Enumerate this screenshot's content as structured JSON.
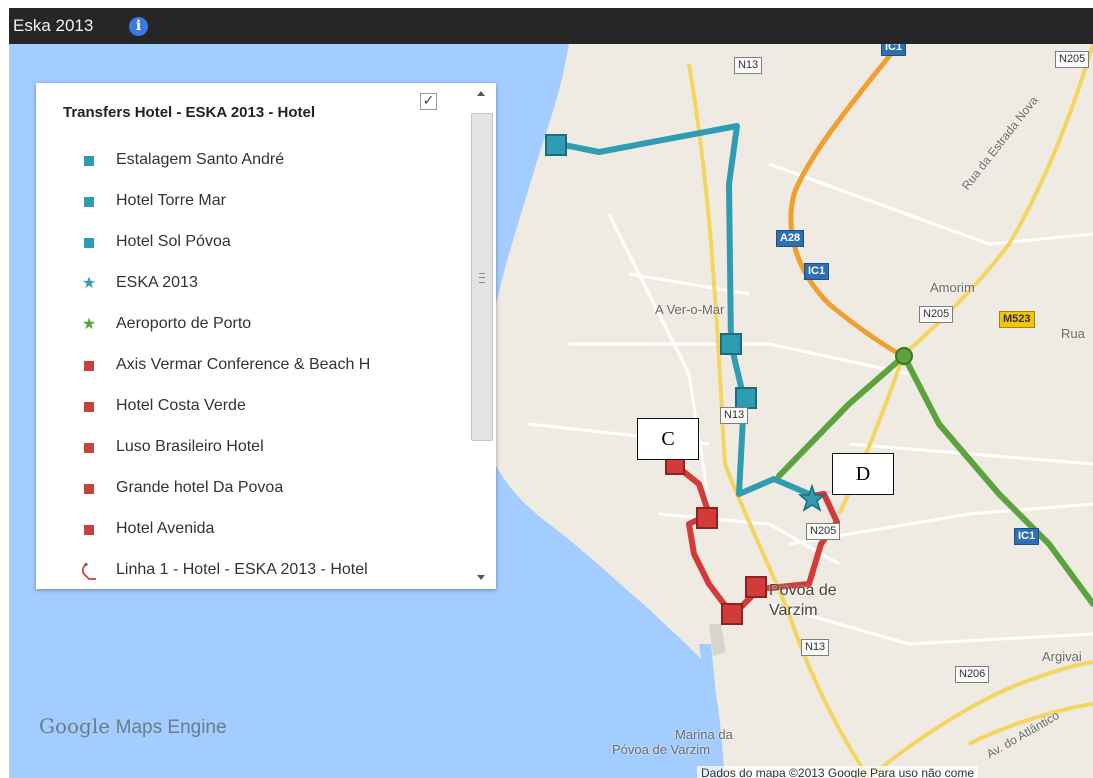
{
  "header": {
    "title": "Eska 2013",
    "info_icon": "info-icon"
  },
  "panel": {
    "title": "Transfers Hotel - ESKA 2013 - Hotel",
    "checkbox_checked": true,
    "items": [
      {
        "label": "Estalagem Santo André",
        "symbol": "square",
        "color": "#2f9cb4"
      },
      {
        "label": "Hotel Torre Mar",
        "symbol": "square",
        "color": "#2f9cb4"
      },
      {
        "label": "Hotel Sol Póvoa",
        "symbol": "square",
        "color": "#2f9cb4"
      },
      {
        "label": "ESKA 2013",
        "symbol": "star",
        "color": "#2f9cb4"
      },
      {
        "label": "Aeroporto de Porto",
        "symbol": "star",
        "color": "#5aa33d"
      },
      {
        "label": "Axis Vermar Conference & Beach H",
        "symbol": "square",
        "color": "#c9413c"
      },
      {
        "label": "Hotel Costa Verde",
        "symbol": "square",
        "color": "#c9413c"
      },
      {
        "label": "Luso Brasileiro Hotel",
        "symbol": "square",
        "color": "#c9413c"
      },
      {
        "label": "Grande hotel Da Povoa",
        "symbol": "square",
        "color": "#c9413c"
      },
      {
        "label": "Hotel Avenida",
        "symbol": "square",
        "color": "#c9413c"
      },
      {
        "label": "Linha 1 - Hotel - ESKA 2013 - Hotel",
        "symbol": "line",
        "color": "#c9413c"
      }
    ]
  },
  "map": {
    "road_shields": [
      {
        "text": "N13",
        "style": "white"
      },
      {
        "text": "IC1",
        "style": "blue"
      },
      {
        "text": "N205",
        "style": "white"
      },
      {
        "text": "A28",
        "style": "blue"
      },
      {
        "text": "IC1",
        "style": "blue"
      },
      {
        "text": "N205",
        "style": "white"
      },
      {
        "text": "M523",
        "style": "yellow"
      },
      {
        "text": "N13",
        "style": "white"
      },
      {
        "text": "N205",
        "style": "white"
      },
      {
        "text": "IC1",
        "style": "blue"
      },
      {
        "text": "N13",
        "style": "white"
      },
      {
        "text": "N206",
        "style": "white"
      }
    ],
    "places": [
      "A Ver-o-Mar",
      "Amorim",
      "Rua da Estrada Nova",
      "Rua",
      "Póvoa de",
      "Varzim",
      "Marina da",
      "Póvoa de Varzim",
      "Argivai",
      "Av. do Atlântico"
    ],
    "callouts": [
      "C",
      "D"
    ],
    "brand": {
      "google": "Google",
      "product": "Maps Engine"
    },
    "attribution": "Dados do mapa ©2013 Google    Para uso não come",
    "colors": {
      "water": "#a3ccff",
      "land": "#efebe2",
      "route_blue": "#2f9cb4",
      "route_green": "#5aa33d",
      "route_red": "#d23b38",
      "highway": "#f0a030",
      "major_road": "#f3d560"
    }
  }
}
